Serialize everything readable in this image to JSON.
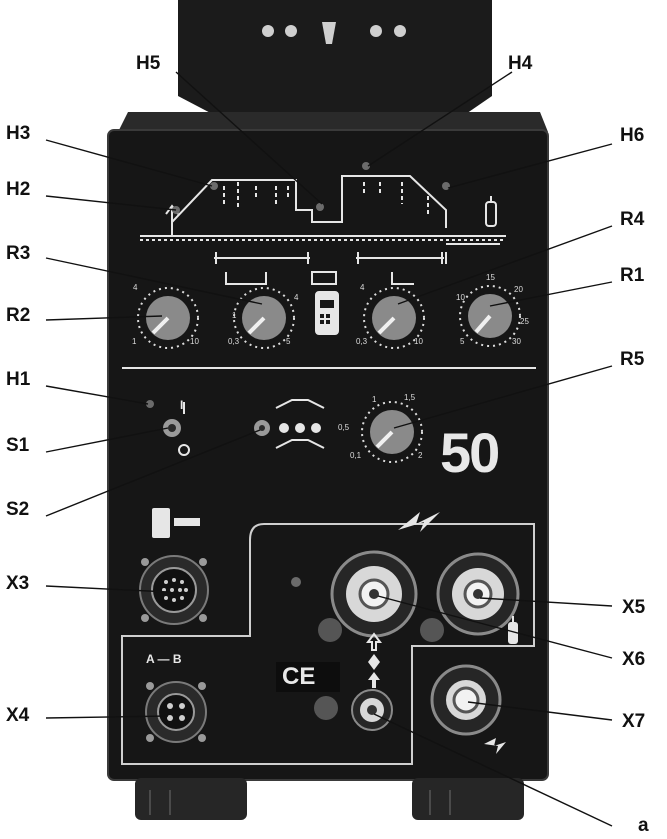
{
  "callouts": {
    "h5": "H5",
    "h4": "H4",
    "h3": "H3",
    "h6": "H6",
    "h2": "H2",
    "r4": "R4",
    "r3": "R3",
    "r1": "R1",
    "r2": "R2",
    "h1": "H1",
    "r5": "R5",
    "s1": "S1",
    "s2": "S2",
    "x3": "X3",
    "x5": "X5",
    "x6": "X6",
    "x4": "X4",
    "x7": "X7",
    "a": "a"
  },
  "panel": {
    "model_number": "50",
    "ce_mark": "CE",
    "switch_on": "I",
    "switch_off": "O",
    "remote_label": "A — B"
  },
  "knobs": {
    "r2": {
      "scale": [
        "1",
        "4",
        "10"
      ]
    },
    "r3": {
      "scale": [
        "1",
        "0,3",
        "5",
        "4"
      ]
    },
    "r4": {
      "scale": [
        "4",
        "0,3",
        "10"
      ]
    },
    "r1": {
      "scale": [
        "10",
        "15",
        "20",
        "25",
        "5",
        "30"
      ]
    },
    "r5": {
      "scale": [
        "1",
        "1,5",
        "0,5",
        "0,1",
        "2"
      ]
    }
  },
  "colors": {
    "body": "#161616",
    "panel_print": "#e6e6e6",
    "knob": "#8a8a8a",
    "outline": "#cfcfcf"
  }
}
